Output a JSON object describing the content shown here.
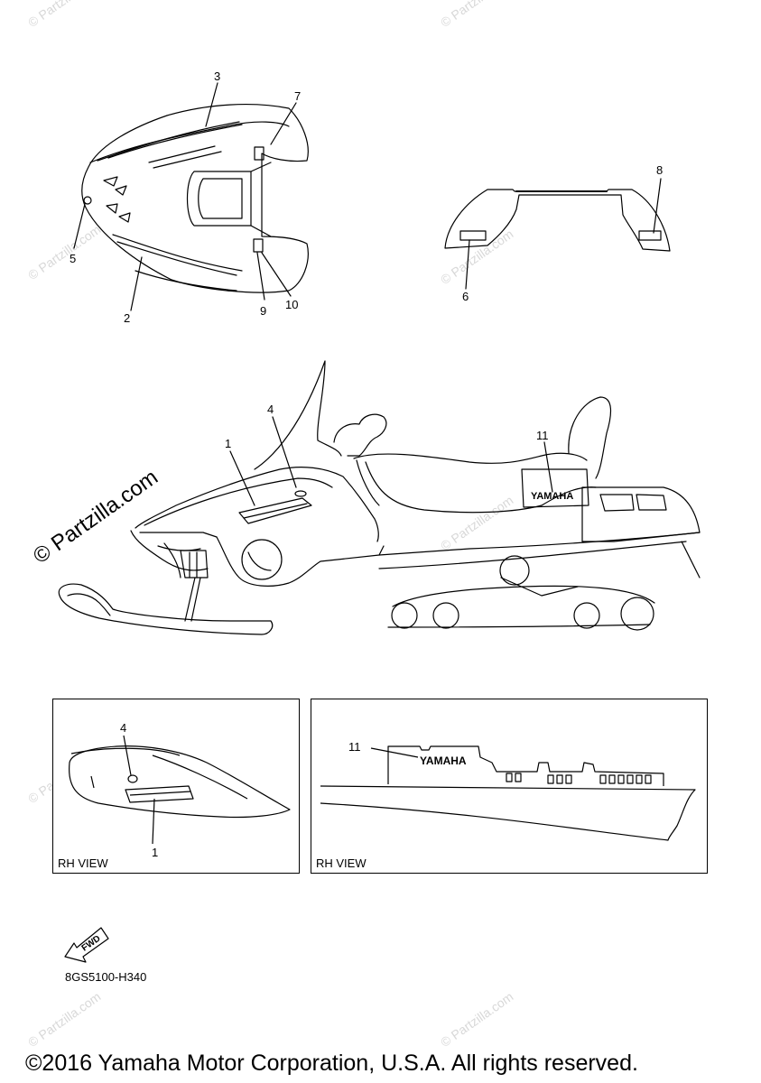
{
  "diagram": {
    "callouts_top_left": [
      "3",
      "7",
      "5",
      "2",
      "9",
      "10"
    ],
    "callouts_top_right": [
      "8",
      "6"
    ],
    "callouts_main": [
      "4",
      "1",
      "11"
    ],
    "decal_text": "YAMAHA",
    "fwd_text": "FWD",
    "part_code": "8GS5100-H340"
  },
  "insets": {
    "left": {
      "view_label": "RH VIEW",
      "callouts": [
        "4",
        "1"
      ]
    },
    "right": {
      "view_label": "RH VIEW",
      "callouts": [
        "11"
      ],
      "decal_text": "YAMAHA"
    }
  },
  "watermark": {
    "main": "© Partzilla.com",
    "faint": "© Partzilla.com"
  },
  "footer": {
    "copyright": "©2016 Yamaha Motor Corporation, U.S.A. All rights reserved."
  }
}
